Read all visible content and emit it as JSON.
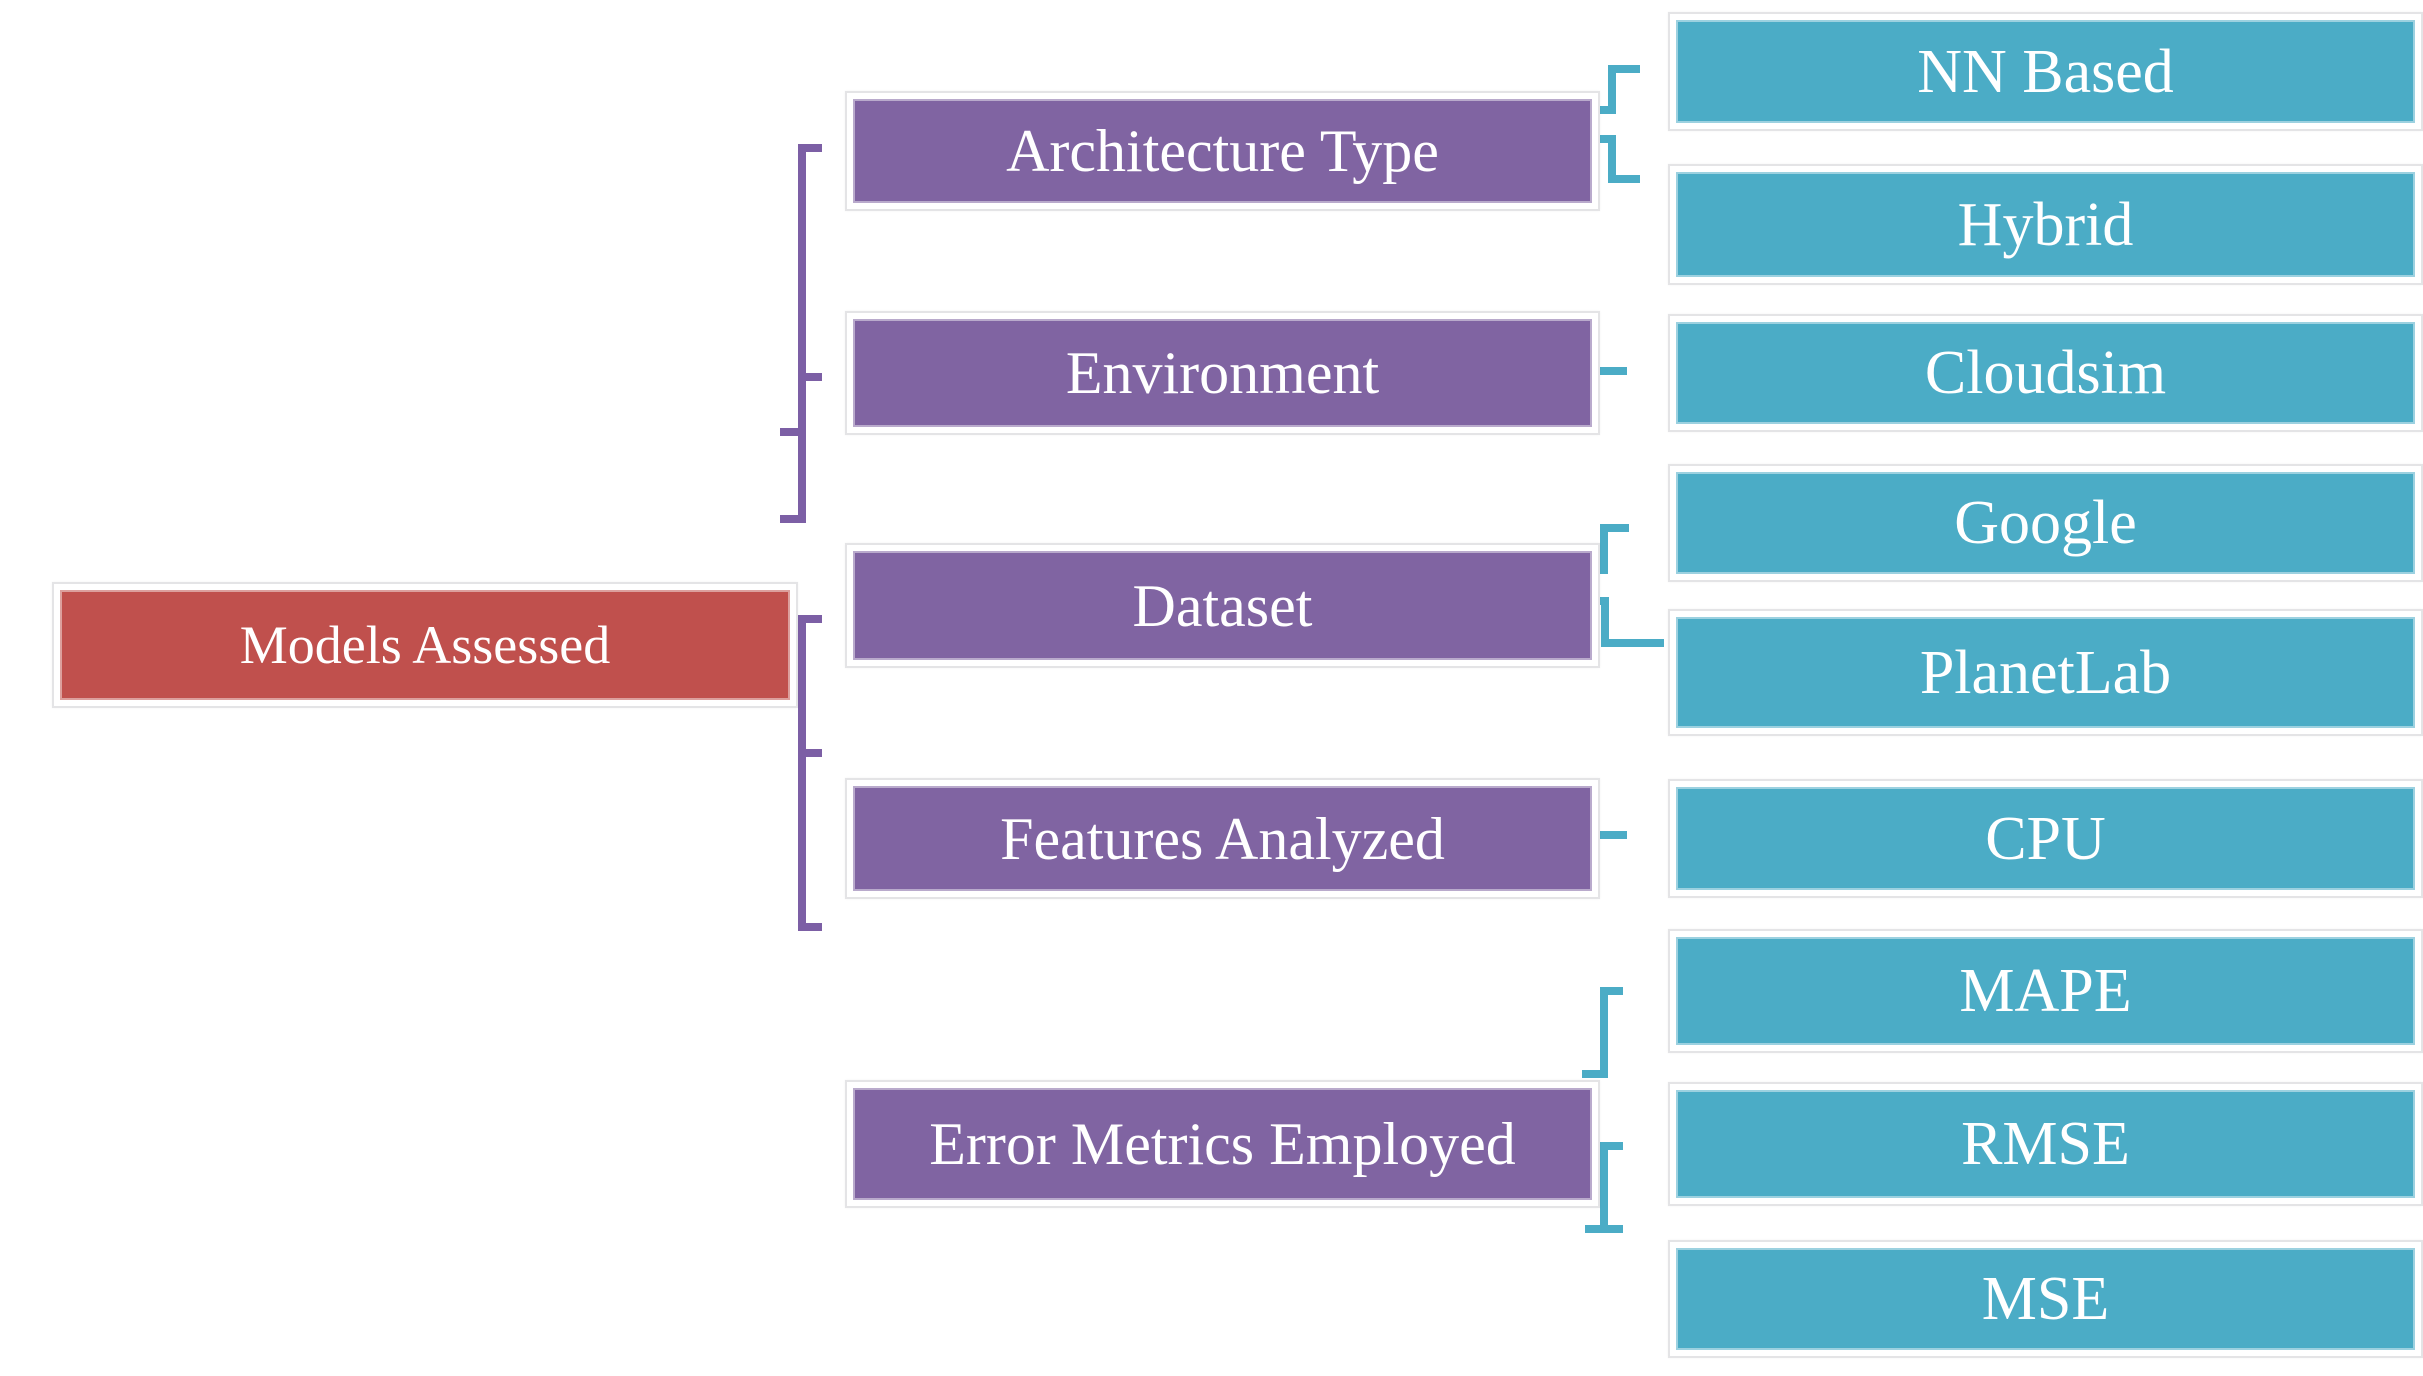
{
  "diagram": {
    "root": {
      "label": "Models Assessed"
    },
    "categories": [
      {
        "label": "Architecture Type",
        "children": [
          "NN Based",
          "Hybrid"
        ]
      },
      {
        "label": "Environment",
        "children": [
          "Cloudsim"
        ]
      },
      {
        "label": "Dataset",
        "children": [
          "Google",
          "PlanetLab"
        ]
      },
      {
        "label": "Features Analyzed",
        "children": [
          "CPU"
        ]
      },
      {
        "label": "Error Metrics Employed",
        "children": [
          "MAPE",
          "RMSE",
          "MSE"
        ]
      }
    ],
    "colors": {
      "background": "#FFFFFF",
      "root_fill": "#C0504D",
      "category_fill": "#8064A2",
      "leaf_fill": "#4BACC6",
      "connector_category": "#7C5FA5",
      "connector_leaf": "#4BACC6",
      "frame_border": "#E4E4E6",
      "text": "#FFFFFF"
    }
  }
}
